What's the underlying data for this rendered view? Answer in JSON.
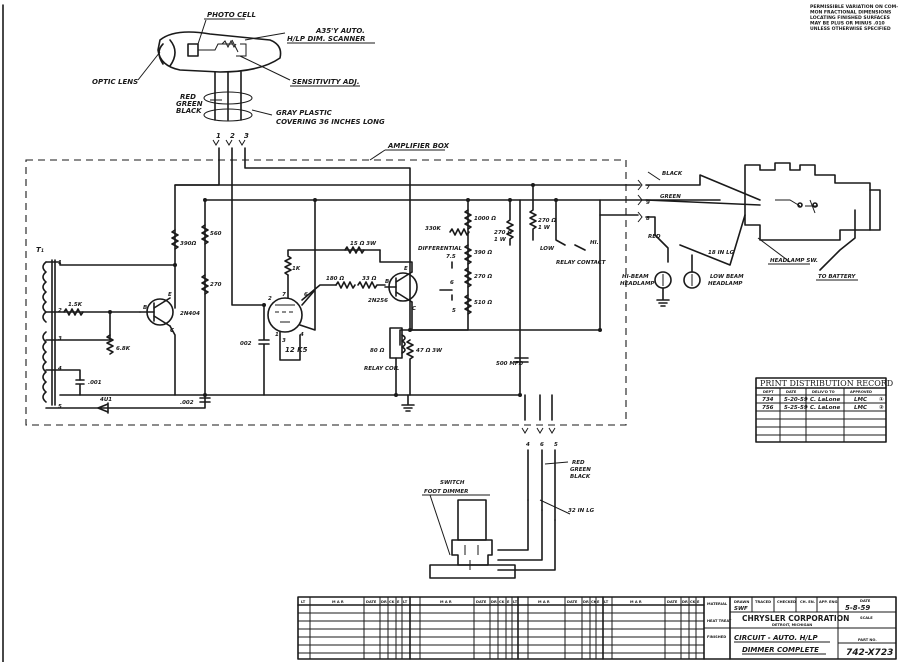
{
  "note_lines": [
    "PERMISSIBLE VARIATION ON COM-",
    "MON FRACTIONAL DIMENSIONS",
    "LOCATING FINISHED SURFACES",
    "MAY BE PLUS OR MINUS .010",
    "UNLESS OTHERWISE SPECIFIED"
  ],
  "scanner": {
    "photo_cell": "PHOTO CELL",
    "scanner_name_1": "A35'Y AUTO.",
    "scanner_name_2": "H/LP DIM. SCANNER",
    "optic_lens": "OPTIC LENS",
    "sensitivity": "SENSITIVITY ADJ.",
    "wire_red": "RED",
    "wire_green": "GREEN",
    "wire_black": "BLACK",
    "covering_1": "GRAY PLASTIC",
    "covering_2": "COVERING 36 INCHES LONG",
    "pin_1": "1",
    "pin_2": "2",
    "pin_3": "3"
  },
  "amplifier": {
    "box_label": "AMPLIFIER BOX",
    "t1": "T₁",
    "r_390_a": "390Ω",
    "r_560": "560",
    "r_270_a": "270",
    "r_1_5k": "1.5K",
    "r_6_8k": "6.8K",
    "c_001": ".001",
    "d_4u1": "4U1",
    "c_002_a": "002",
    "c_002_b": ".002",
    "q_2n404": "2N404",
    "q_b1": "B",
    "q_e1": "E",
    "q_c1": "C",
    "r_1k": "1K",
    "tube": "12 K5",
    "tube_p7": "7",
    "tube_p6": "6",
    "tube_p2": "2",
    "tube_p1": "1",
    "tube_p3": "3",
    "tube_p4": "4",
    "r_15_3w": "15 Ω 3W",
    "r_180": "180 Ω",
    "r_33": "33 Ω",
    "q_2n256": "2N256",
    "q_b2": "B",
    "q_e2": "E",
    "q_c2": "C",
    "r_80": "80 Ω",
    "r_47_3w": "47 Ω 3W",
    "relay_coil": "RELAY COIL",
    "r_330k": "330K",
    "differential": "DIFFERENTIAL",
    "r_1000": "1000 Ω",
    "r_270_1w_a": "270 Ω",
    "r_270_1w_a2": "1 W",
    "r_270_1w_b": "270 Ω",
    "r_270_1w_b2": "1 W",
    "r_390_b": "390 Ω",
    "r_270_b": "270 Ω",
    "r_510": "510 Ω",
    "tap_75": "7.5",
    "tap_6": "6",
    "tap_5": "5",
    "c_500": "500 MFD",
    "low": "LOW",
    "hi": "HI.",
    "relay_contact": "RELAY CONTACT",
    "term_7": "7",
    "term_9": "9",
    "term_8": "8",
    "term_4": "4",
    "term_6": "6",
    "term_5": "5"
  },
  "lamps": {
    "black": "BLACK",
    "green": "GREEN",
    "red": "RED",
    "wire_18": "18 IN LG",
    "hi_beam_1": "HI-BEAM",
    "hi_beam_2": "HEADLAMP",
    "low_beam_1": "LOW BEAM",
    "low_beam_2": "HEADLAMP",
    "headlamp_sw": "HEADLAMP SW.",
    "battery": "TO BATTERY"
  },
  "switch": {
    "red": "RED",
    "green": "GREEN",
    "black": "BLACK",
    "switch_label": "SWITCH",
    "foot_dimmer": "FOOT DIMMER",
    "length": "32 IN LG"
  },
  "distribution": {
    "title": "PRINT DISTRIBUTION RECORD",
    "headers": [
      "DEPT",
      "DATE",
      "DELIV'D TO",
      "APPROVED"
    ],
    "rows": [
      [
        "734",
        "5-20-59",
        "C. LaLone",
        "LMC",
        "①"
      ],
      [
        "756",
        "5-25-59",
        "C. LaLone",
        "LMC",
        "②"
      ]
    ]
  },
  "title_block": {
    "rev_headers": [
      "LT",
      "M A R",
      "DATE",
      "DR",
      "CK",
      "E",
      "LT"
    ],
    "material": "MATERIAL",
    "drawn": "DRAWN",
    "drawn_by": "SWF",
    "traced": "TRACED",
    "checked": "CHECKED",
    "ch_en": "CH. EN.",
    "app_eng": "APP. ENG.",
    "date_label": "DATE",
    "date_value": "5-8-59",
    "company": "CHRYSLER CORPORATION",
    "city": "DETROIT, MICHIGAN",
    "heat_treat": "HEAT TREAT",
    "scale": "SCALE",
    "finished": "FINISHED",
    "title_1": "CIRCUIT - AUTO. H/LP",
    "title_2": "DIMMER  COMPLETE",
    "part_no_label": "PART NO.",
    "part_no": "742-X723"
  }
}
